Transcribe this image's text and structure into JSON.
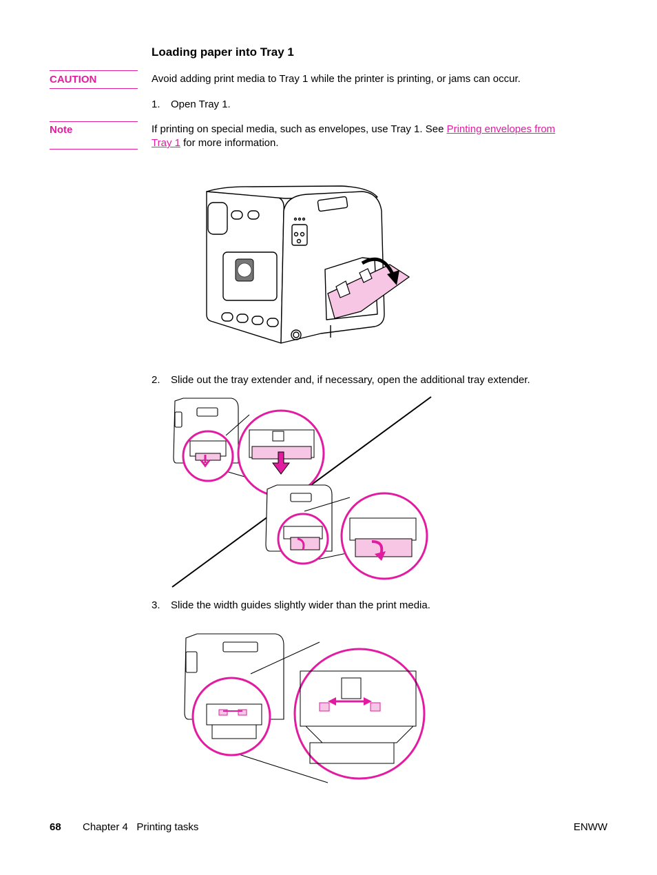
{
  "section": {
    "heading": "Loading paper into Tray 1"
  },
  "caution": {
    "label": "CAUTION",
    "text": "Avoid adding print media to Tray 1 while the printer is printing, or jams can occur."
  },
  "steps": [
    {
      "num": "1.",
      "text": "Open Tray 1."
    },
    {
      "num": "2.",
      "text": "Slide out the tray extender and, if necessary, open the additional tray extender."
    },
    {
      "num": "3.",
      "text": "Slide the width guides slightly wider than the print media."
    }
  ],
  "note": {
    "label": "Note",
    "text_before": "If printing on special media, such as envelopes, use Tray 1. See ",
    "link_line1": "Printing envelopes from",
    "link_line2": "Tray 1",
    "text_after": " for more information."
  },
  "footer": {
    "page_number": "68",
    "chapter": "Chapter 4   Printing tasks",
    "right": "ENWW"
  },
  "colors": {
    "accent": "#e21ca0",
    "tray_fill": "#f7c6e4"
  },
  "icons": {
    "logo": "hp-logo"
  }
}
